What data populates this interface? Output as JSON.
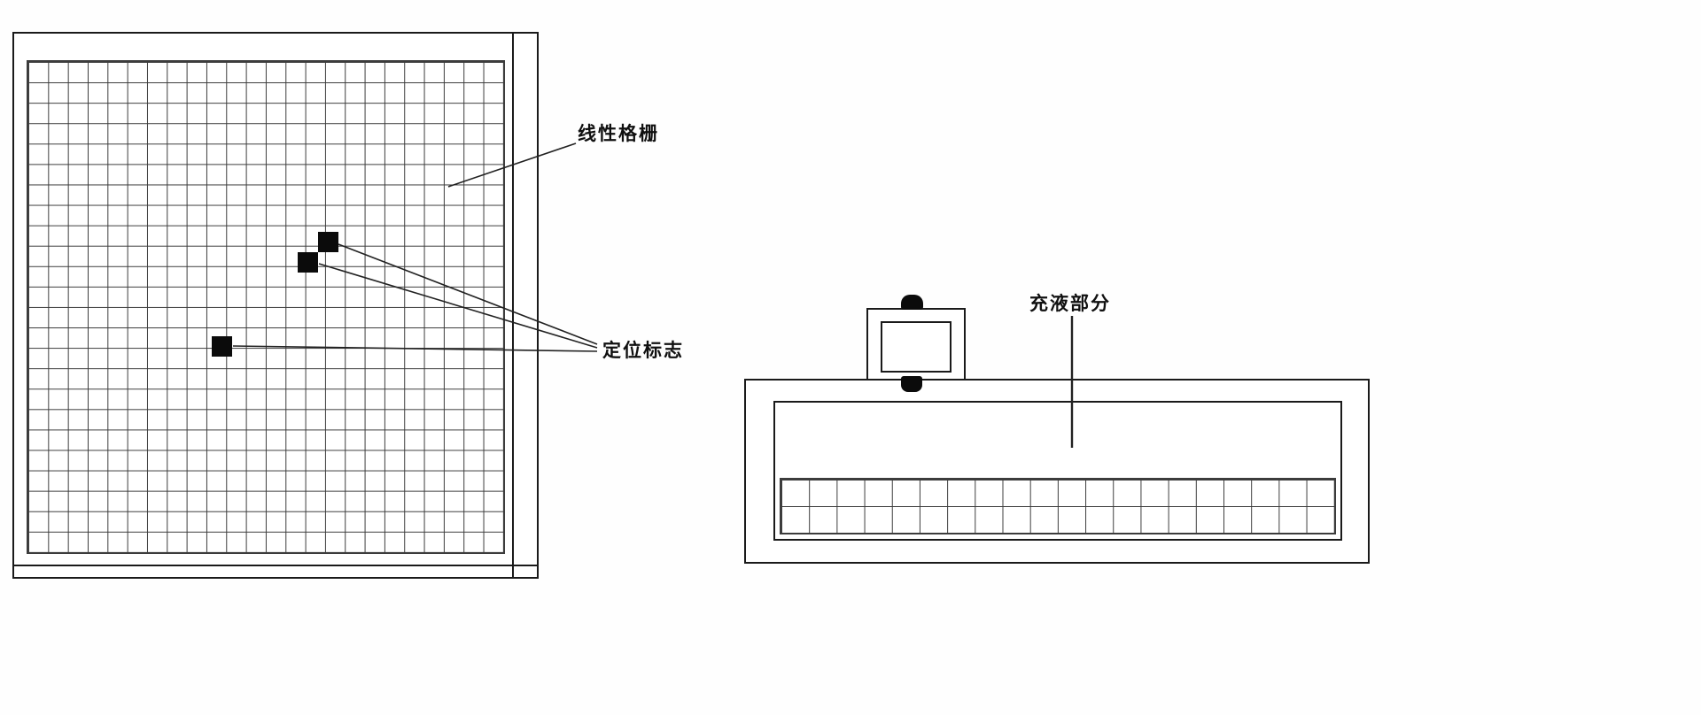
{
  "labels": {
    "linear_grating": "线性格栅",
    "positioning_marks": "定位标志",
    "liquid_fill": "充液部分"
  },
  "colors": {
    "background": "#fefefe",
    "line": "#1a1a1a",
    "grid_line": "#3c3c3c",
    "mark_fill": "#0b0b0b",
    "leader_line": "#222222"
  },
  "left_panel": {
    "description": "front view of grating plate",
    "grid_columns": 24,
    "grid_rows": 24,
    "positioning_mark_count": 3
  },
  "right_panel": {
    "description": "side view of liquid-filled assembly",
    "cell_columns": 20,
    "cell_rows": 2
  }
}
